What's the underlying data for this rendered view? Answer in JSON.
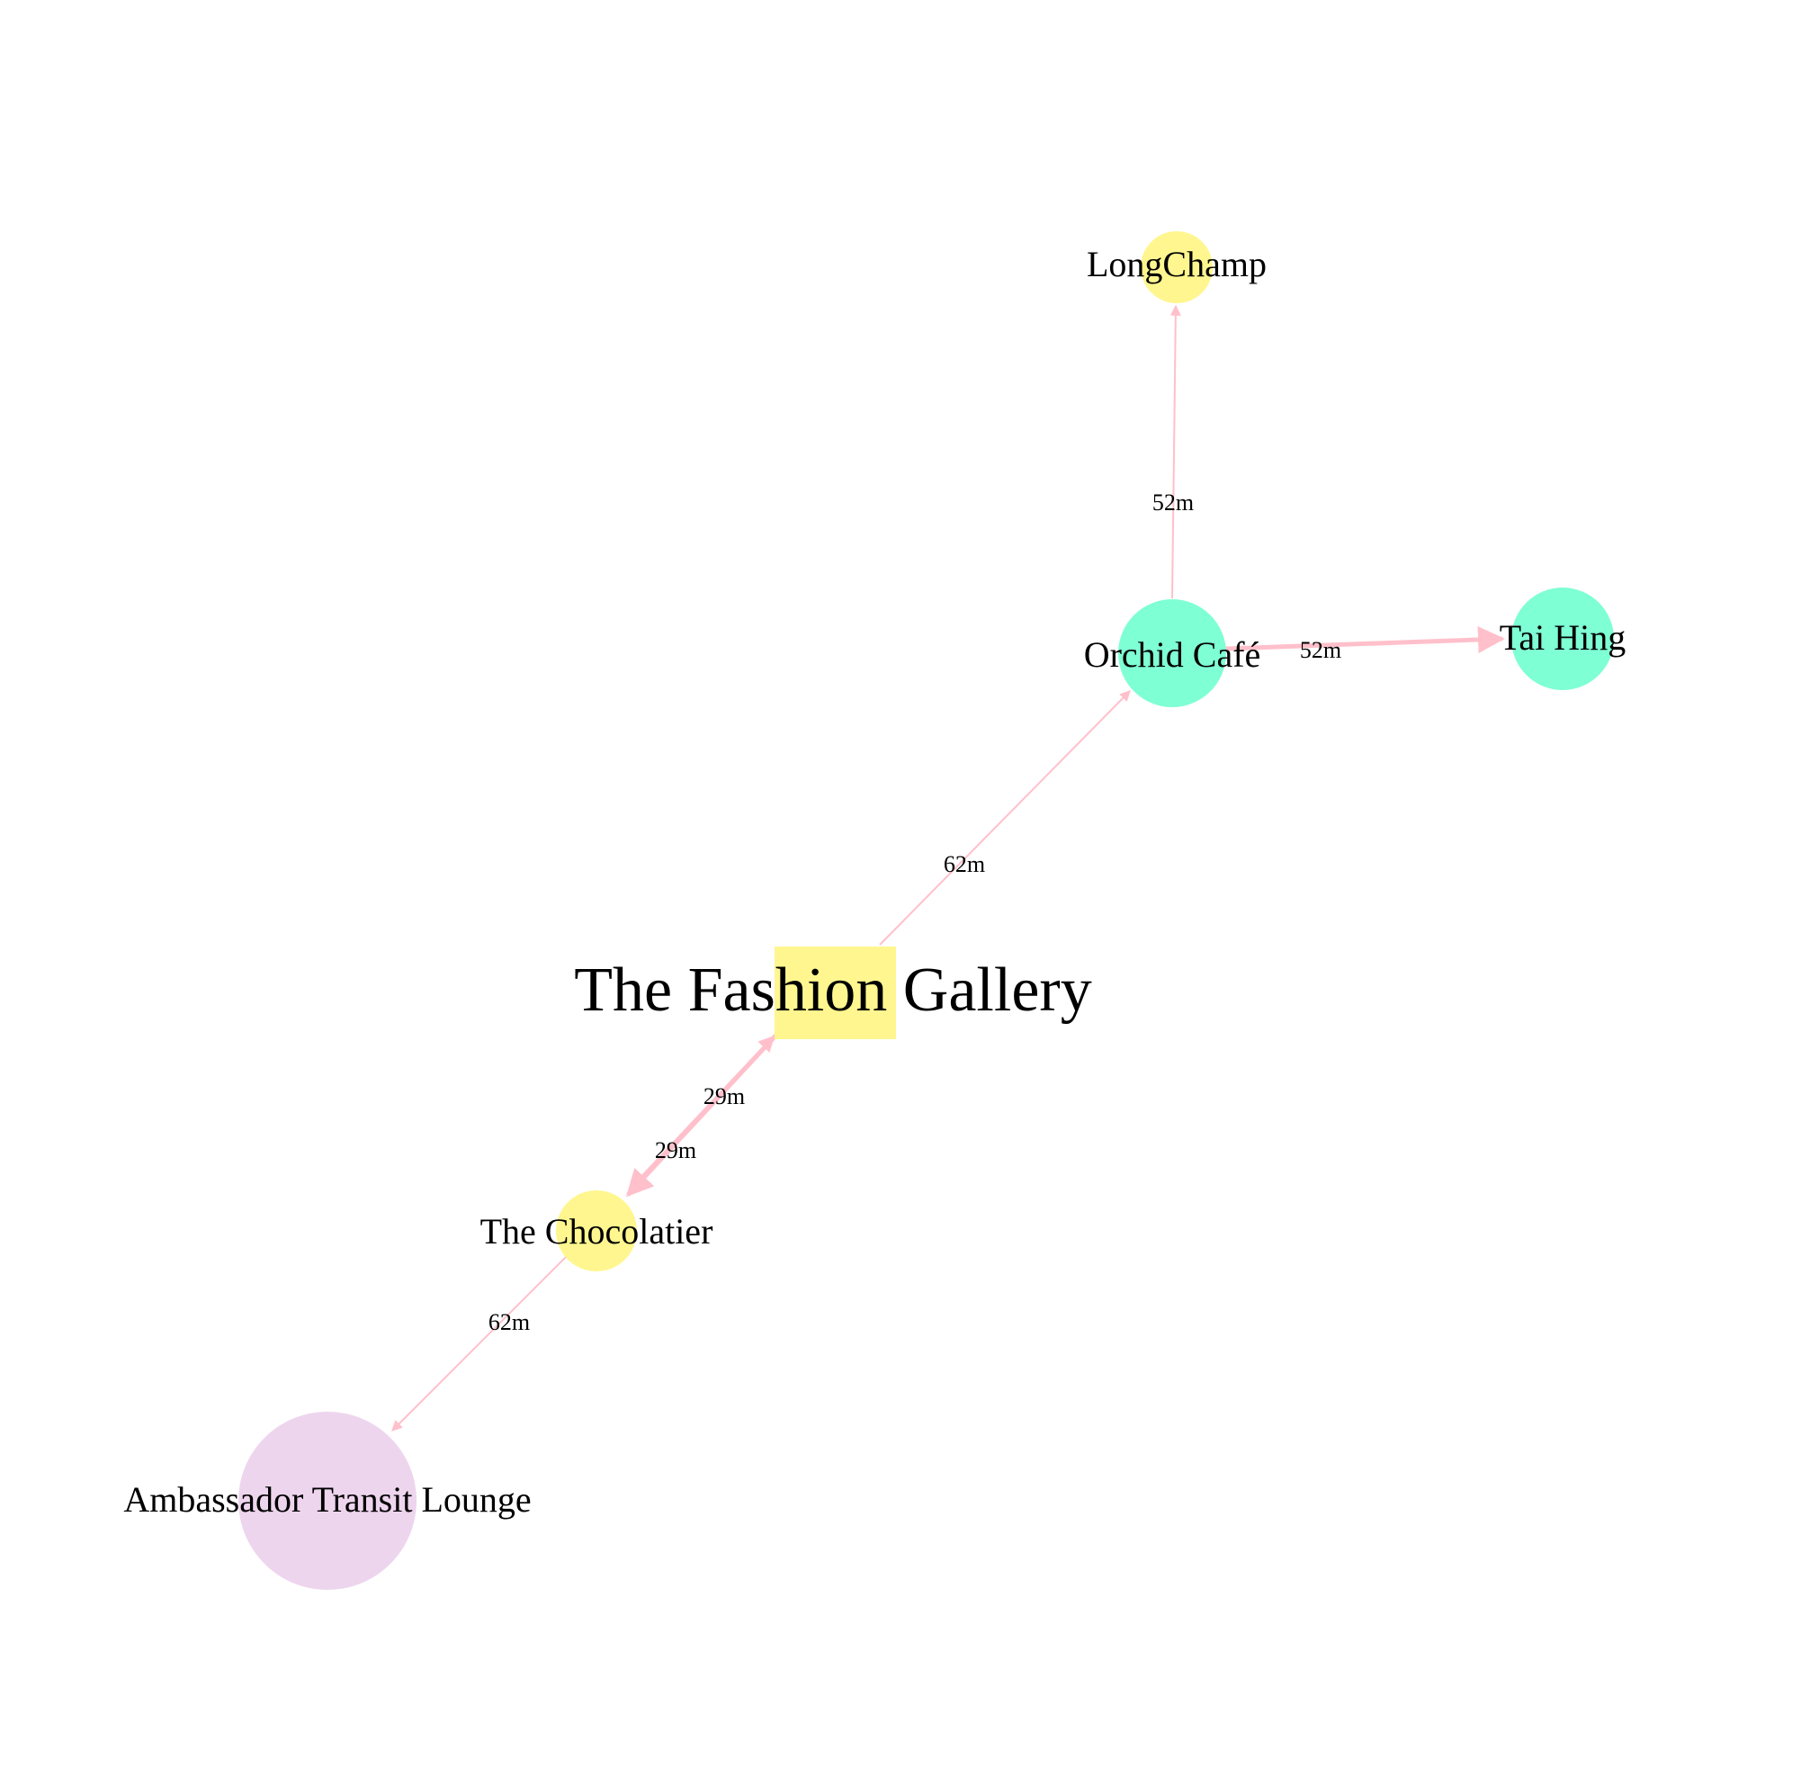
{
  "colors": {
    "edge": "#ffc0cb",
    "shop": "#fff68f",
    "restaurant": "#7fffd4",
    "lounge": "#eed5ee"
  },
  "nodes": {
    "fashion_gallery": {
      "label": "The Fashion Gallery",
      "shape": "square",
      "color": "#fff68f"
    },
    "orchid_cafe": {
      "label": "Orchid Café",
      "shape": "circle",
      "color": "#7fffd4"
    },
    "tai_hing": {
      "label": "Tai Hing",
      "shape": "circle",
      "color": "#7fffd4"
    },
    "longchamp": {
      "label": "LongChamp",
      "shape": "circle",
      "color": "#fff68f"
    },
    "chocolatier": {
      "label": "The Chocolatier",
      "shape": "circle",
      "color": "#fff68f"
    },
    "ambassador": {
      "label": "Ambassador Transit Lounge",
      "shape": "circle",
      "color": "#eed5ee"
    }
  },
  "edges": [
    {
      "from": "orchid_cafe",
      "to": "longchamp",
      "label": "52m"
    },
    {
      "from": "orchid_cafe",
      "to": "tai_hing",
      "label": "52m"
    },
    {
      "from": "fashion_gallery",
      "to": "orchid_cafe",
      "label": "62m"
    },
    {
      "from": "fashion_gallery",
      "to": "chocolatier",
      "label": "29m"
    },
    {
      "from": "chocolatier",
      "to": "fashion_gallery",
      "label": "29m"
    },
    {
      "from": "chocolatier",
      "to": "ambassador",
      "label": "62m"
    }
  ]
}
